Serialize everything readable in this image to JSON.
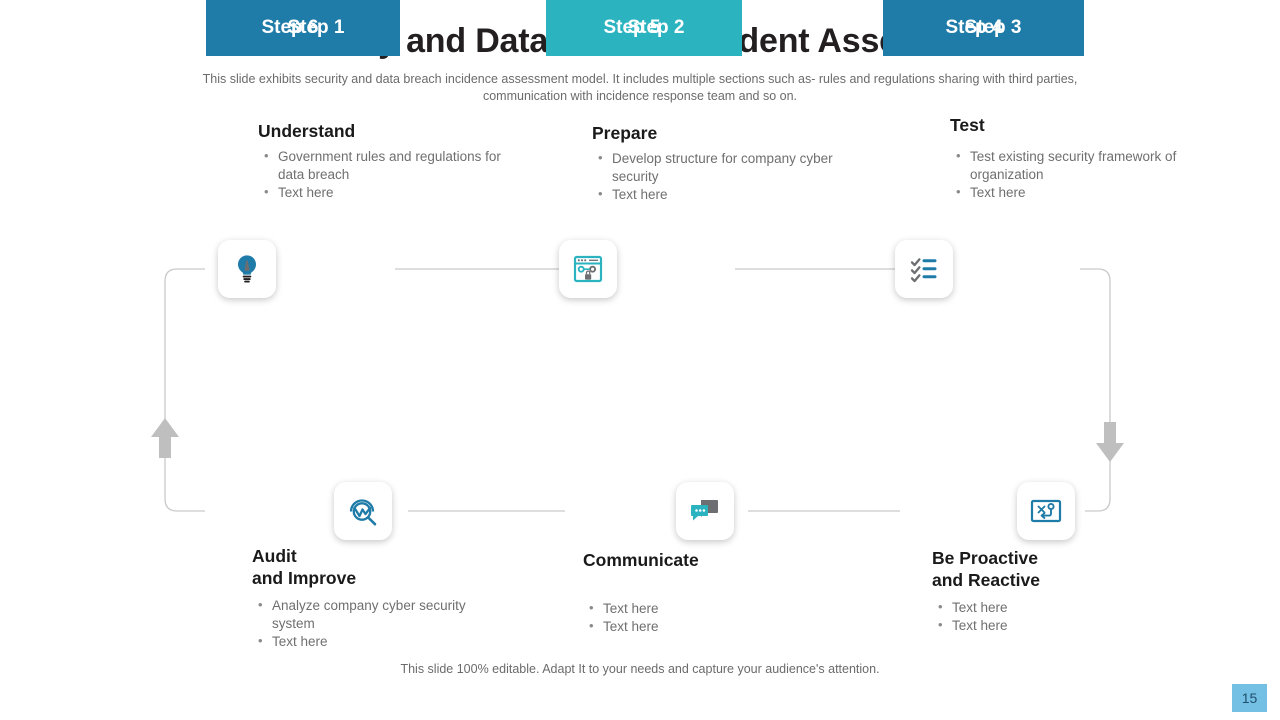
{
  "header": {
    "title": "Security and Data Breach Incident Assessment",
    "subtitle": "This slide exhibits security and data breach incidence assessment model. It includes multiple sections such as- rules and regulations sharing with third parties, communication with incidence response team and so on."
  },
  "colors": {
    "dark_blue": "#1F7BA8",
    "teal": "#2BB3C0",
    "icon_gray": "#6D6E71",
    "connector": "#c9c9c9",
    "arrow_gray": "#bfbfbf",
    "page_badge": "#74c0e4"
  },
  "blocks": {
    "understand": {
      "heading": "Understand",
      "bullets": [
        "Government rules and regulations for data breach",
        "Text here"
      ]
    },
    "prepare": {
      "heading": "Prepare",
      "bullets": [
        "Develop structure for company cyber security",
        "Text here"
      ]
    },
    "test": {
      "heading": "Test",
      "bullets": [
        "Test existing security framework of organization",
        "Text here"
      ]
    },
    "audit": {
      "heading": "Audit\nand Improve",
      "bullets": [
        "Analyze company cyber security system",
        "Text here"
      ]
    },
    "communicate": {
      "heading": "Communicate",
      "bullets": [
        "Text here",
        "Text here"
      ]
    },
    "proactive": {
      "heading": "Be Proactive\nand Reactive",
      "bullets": [
        "Text here",
        "Text here"
      ]
    }
  },
  "steps": [
    {
      "label": "Step 1",
      "icon": "lightbulb-icon",
      "color": "#1F7BA8",
      "direction": "right"
    },
    {
      "label": "Step 2",
      "icon": "browser-lock-icon",
      "color": "#2BB3C0",
      "direction": "right"
    },
    {
      "label": "Step 3",
      "icon": "checklist-icon",
      "color": "#1F7BA8",
      "direction": "right"
    },
    {
      "label": "Step 4",
      "icon": "strategy-board-icon",
      "color": "#1F7BA8",
      "direction": "left"
    },
    {
      "label": "Step 5",
      "icon": "chat-bubbles-icon",
      "color": "#2BB3C0",
      "direction": "left"
    },
    {
      "label": "Step 6",
      "icon": "audit-search-icon",
      "color": "#1F7BA8",
      "direction": "left"
    }
  ],
  "flow": {
    "left_arrow": "arrow-up-icon",
    "right_arrow": "arrow-down-icon"
  },
  "footer": {
    "note": "This slide 100% editable. Adapt  It to your needs and capture your audience's attention.",
    "page_number": "15"
  }
}
